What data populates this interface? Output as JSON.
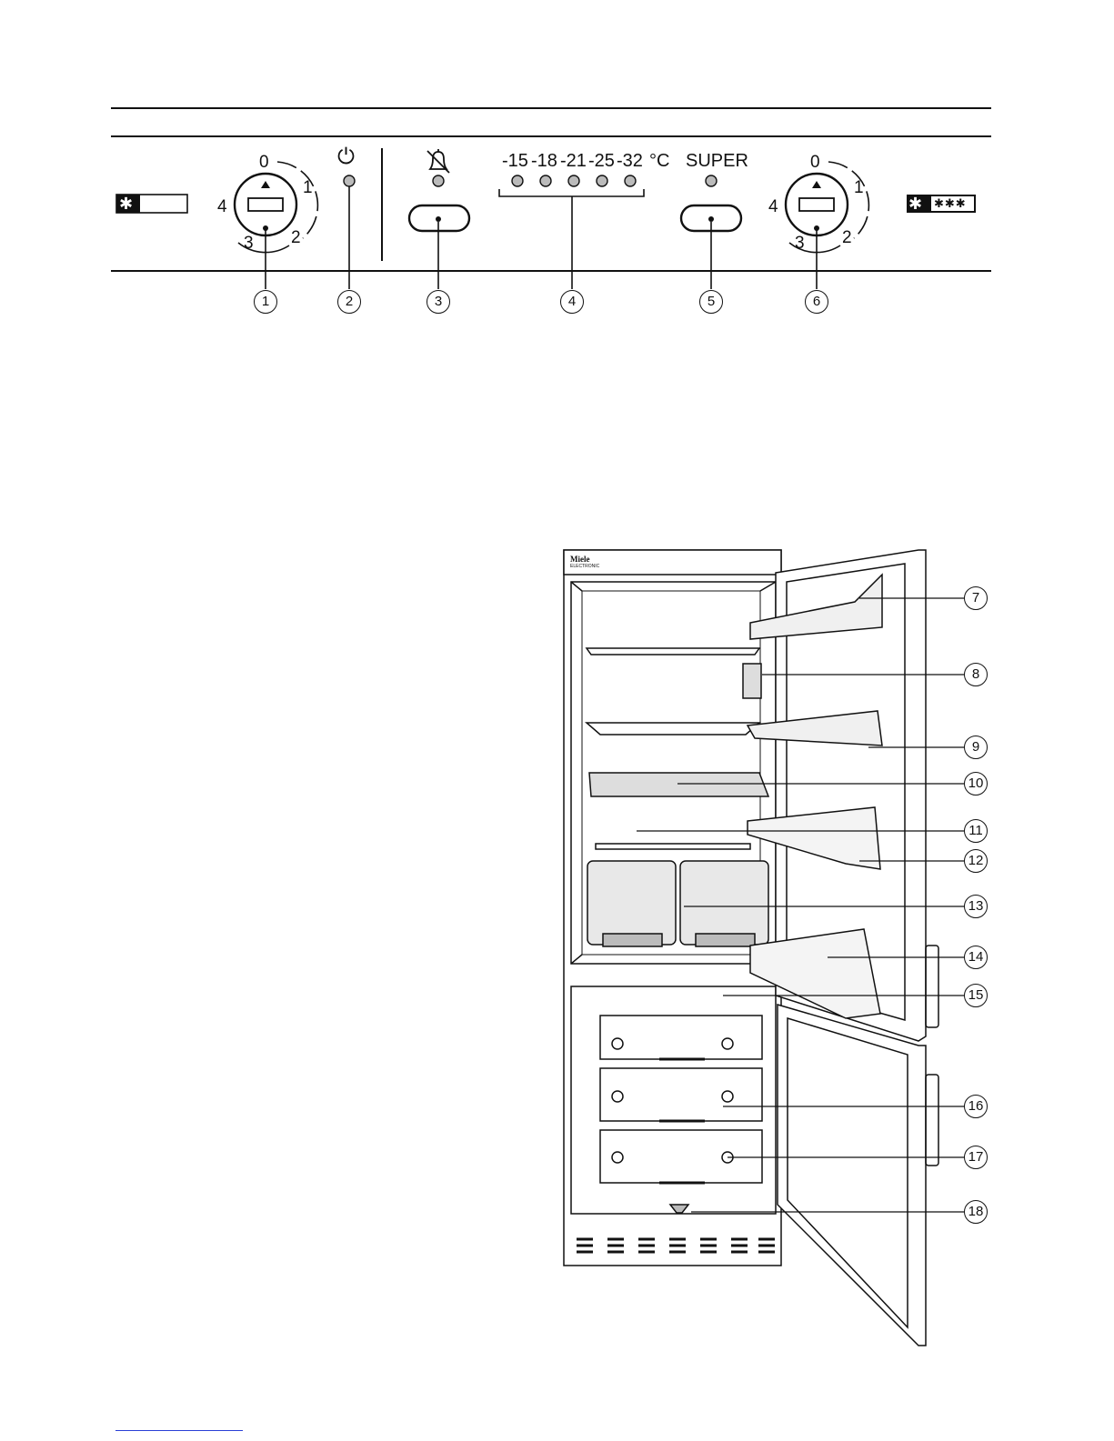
{
  "control_panel": {
    "left_dial": {
      "numbers": [
        "0",
        "1",
        "2",
        "3",
        "4"
      ]
    },
    "right_dial": {
      "numbers": [
        "0",
        "1",
        "2",
        "3",
        "4"
      ]
    },
    "power_symbol": "⏻",
    "temperature_labels": [
      "-15",
      "-18",
      "-21",
      "-25",
      "-32",
      "°C"
    ],
    "super_label": "SUPER",
    "left_freezer_stars": "✱",
    "right_freezer_stars": "✱✱✱",
    "callouts": [
      "1",
      "2",
      "3",
      "4",
      "5",
      "6"
    ]
  },
  "appliance": {
    "brand": "Miele",
    "brand_sub": "ELECTRONIC",
    "callouts": [
      "7",
      "8",
      "9",
      "10",
      "11",
      "12",
      "13",
      "14",
      "15",
      "16",
      "17",
      "18"
    ]
  }
}
